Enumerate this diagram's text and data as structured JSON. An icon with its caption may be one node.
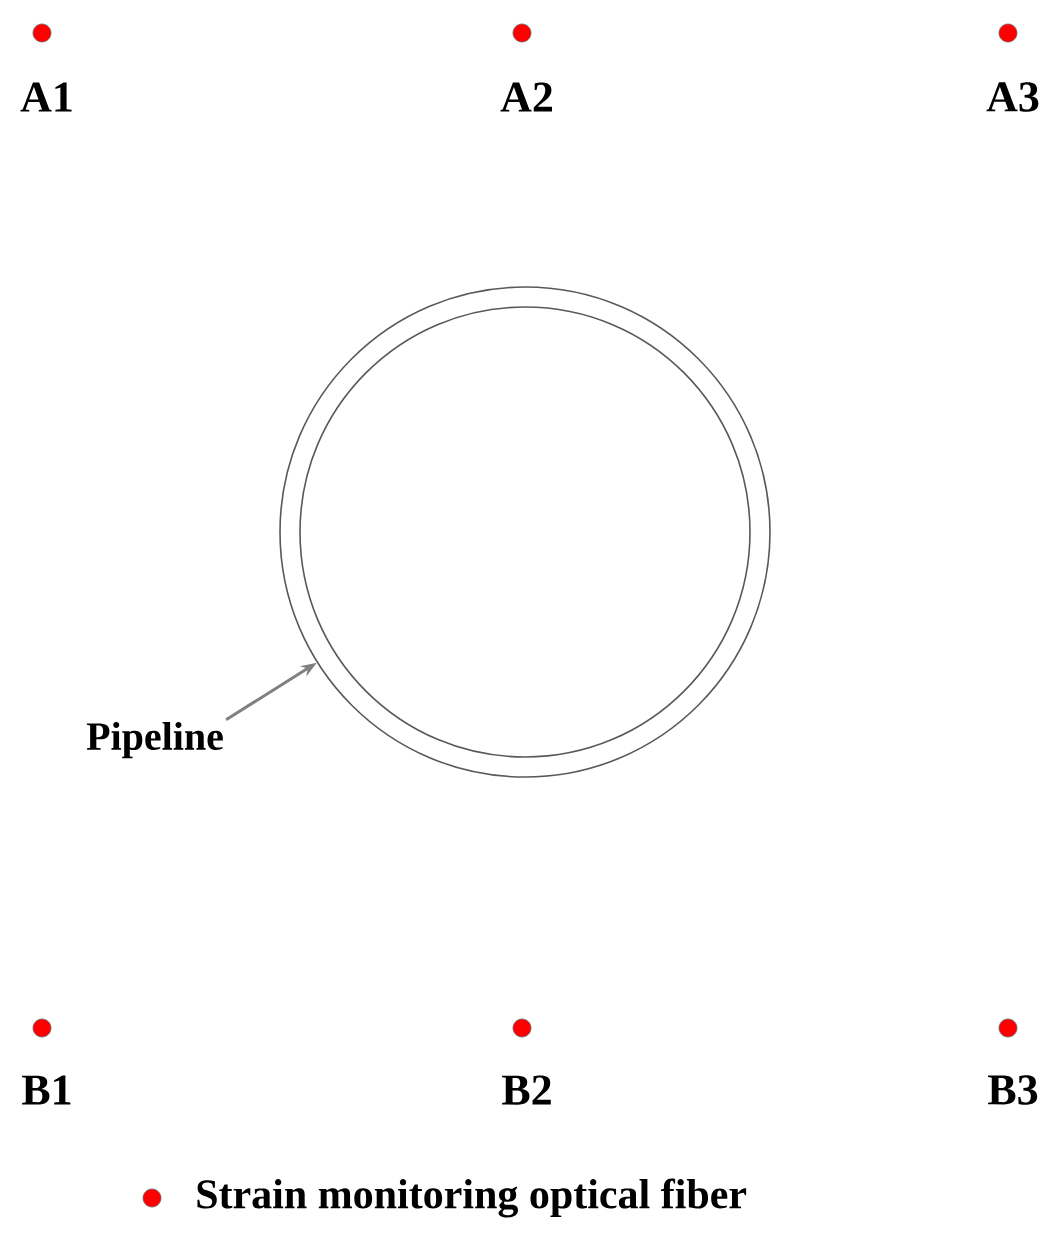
{
  "diagram": {
    "nodes": [
      {
        "text": [
          "Pipeline"
        ]
      },
      {
        "text": [],
        "shape": "circle"
      }
    ],
    "edges": [
      {
        "from": 0,
        "to": 1,
        "arrow": "to"
      }
    ],
    "labels": [
      "A1",
      "A2",
      "A3",
      "B1",
      "B2",
      "B3"
    ],
    "legend": [
      {
        "text": "Strain monitoring optical fiber",
        "color": "#ff0000"
      }
    ]
  }
}
